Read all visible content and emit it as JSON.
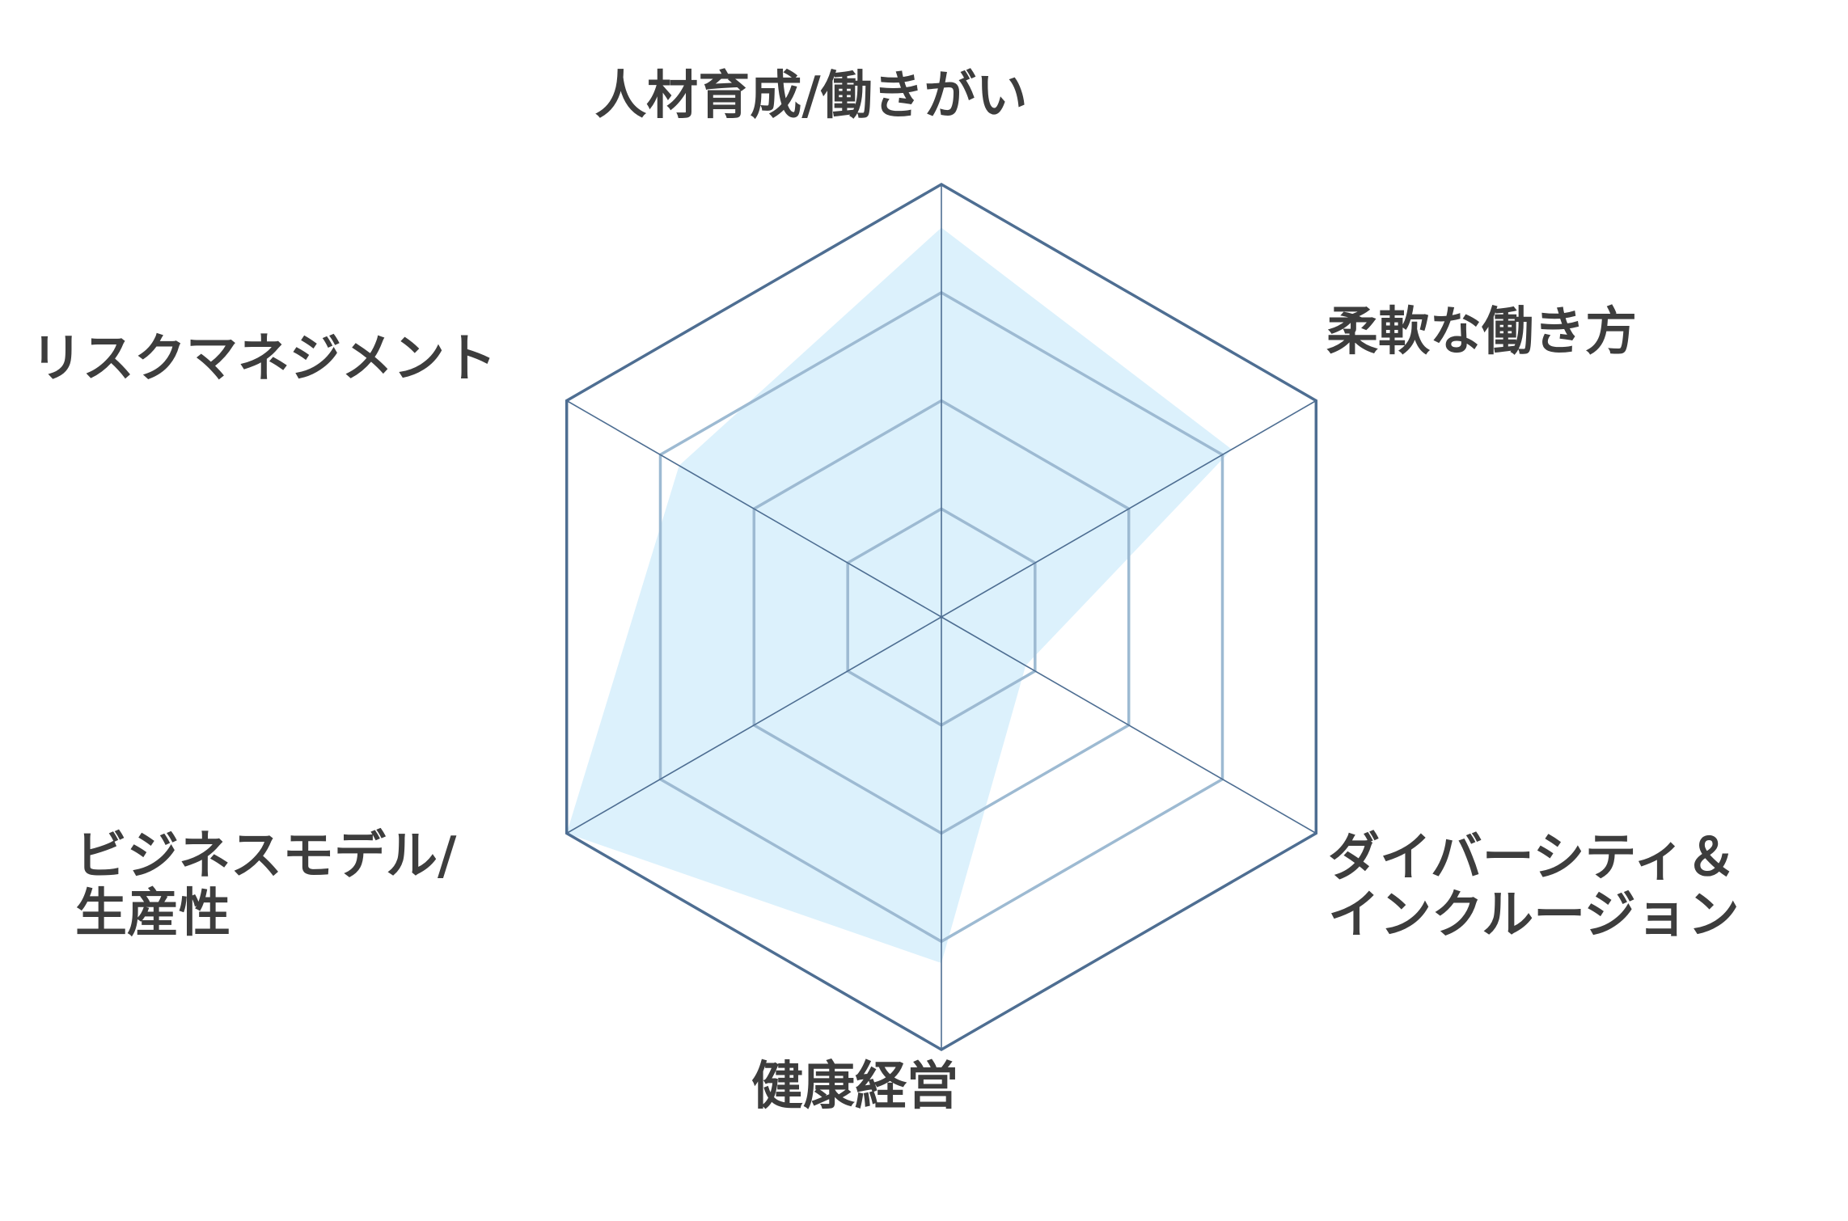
{
  "chart_data": {
    "type": "radar",
    "title": "",
    "axes": [
      "人材育成/働きがい",
      "柔軟な働き方",
      "ダイバーシティ＆インクルージョン",
      "健康経営",
      "ビジネスモデル/生産性",
      "リスクマネジメント"
    ],
    "axis_label_lines": [
      [
        "人材育成/働きがい"
      ],
      [
        "柔軟な働き方"
      ],
      [
        "ダイバーシティ＆",
        "インクルージョン"
      ],
      [
        "健康経営"
      ],
      [
        "ビジネスモデル/",
        "生産性"
      ],
      [
        "リスクマネジメント"
      ]
    ],
    "rings": 4,
    "range": [
      0,
      4
    ],
    "series": [
      {
        "values": [
          3.6,
          3.1,
          0.9,
          3.2,
          4.0,
          2.8
        ]
      }
    ],
    "grid": true,
    "legend": "none",
    "colors": {
      "fill": "#dcf1fc",
      "outer_ring": "#4e6e92",
      "inner_rings": "#9dbad2",
      "spokes": "#4e6e92",
      "label": "#3d3d3d"
    }
  }
}
